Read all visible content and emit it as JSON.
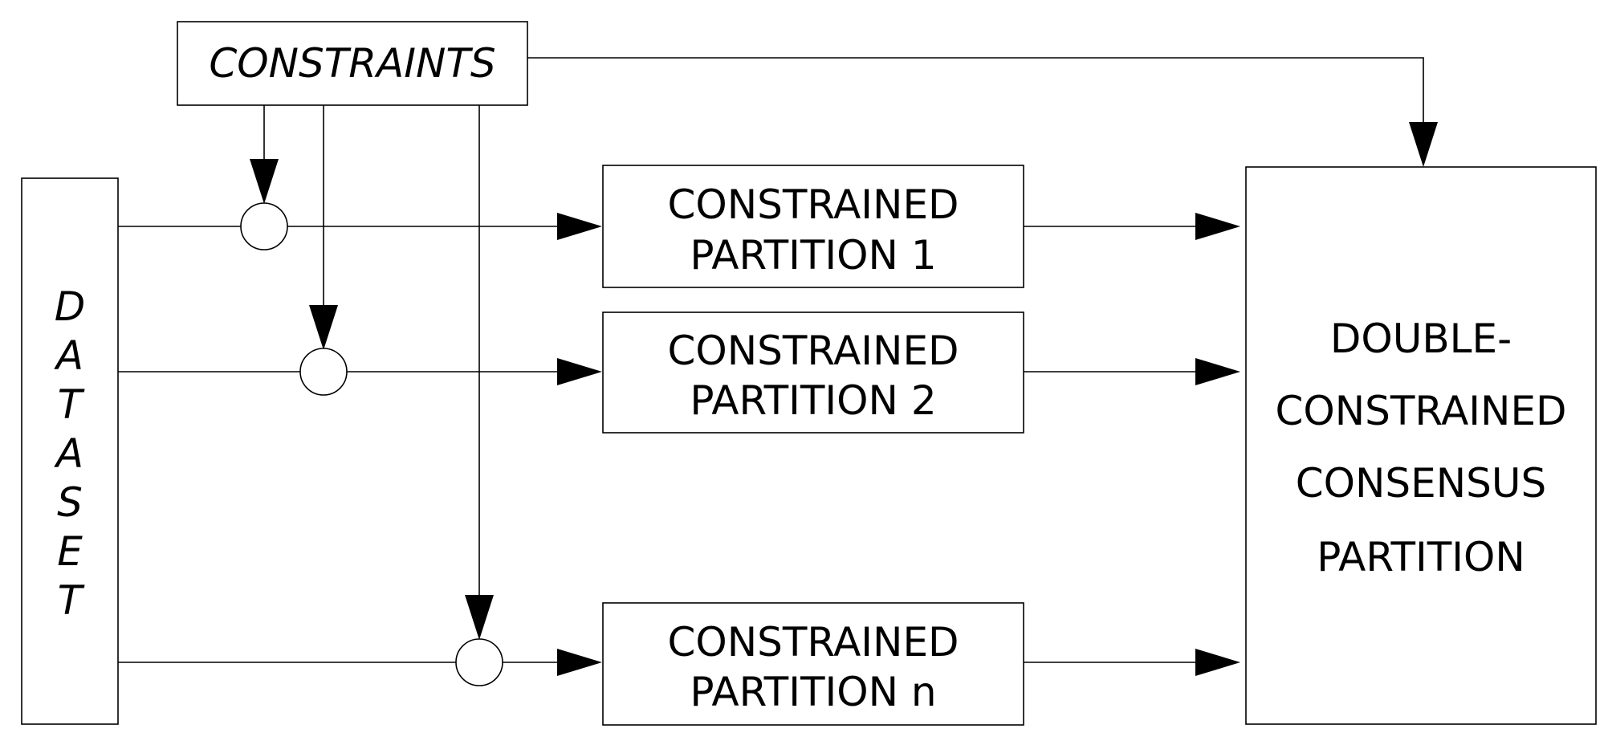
{
  "constraints": {
    "label": "CONSTRAINTS"
  },
  "dataset": {
    "letters": [
      "D",
      "A",
      "T",
      "A",
      "S",
      "E",
      "T"
    ]
  },
  "partitions": [
    {
      "line1": "CONSTRAINED",
      "line2": "PARTITION 1"
    },
    {
      "line1": "CONSTRAINED",
      "line2": "PARTITION 2"
    },
    {
      "line1": "CONSTRAINED",
      "line2": "PARTITION n"
    }
  ],
  "consensus": {
    "lines": [
      "DOUBLE-",
      "CONSTRAINED",
      "CONSENSUS",
      "PARTITION"
    ]
  }
}
